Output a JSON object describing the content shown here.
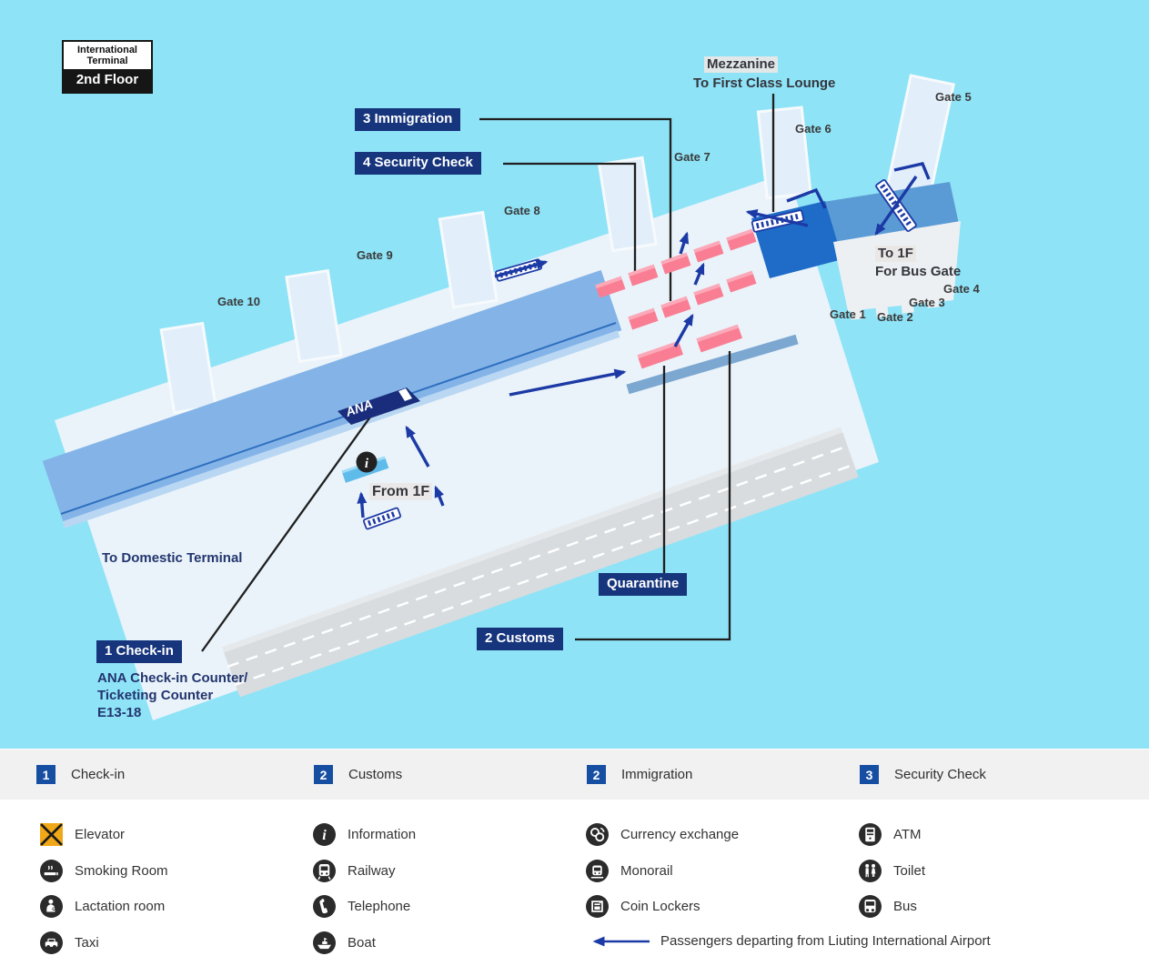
{
  "map": {
    "title": {
      "line1": "International Terminal",
      "line2": "2nd Floor"
    },
    "labels": {
      "immigration": "3 Immigration",
      "security_check": "4 Security Check",
      "quarantine": "Quarantine",
      "customs": "2 Customs",
      "check_in": "1 Check-in",
      "check_in_note_1": "ANA Check-in Counter/",
      "check_in_note_2": "Ticketing Counter",
      "check_in_note_3": "E13-18",
      "mezzanine": "Mezzanine",
      "mezzanine_sub": "To First Class Lounge",
      "to_1f": "To 1F",
      "to_1f_sub": "For Bus Gate",
      "from_1f": "From 1F",
      "to_domestic": "To Domestic Terminal",
      "ana": "ANA"
    },
    "gates": {
      "g1": "Gate 1",
      "g2": "Gate 2",
      "g3": "Gate 3",
      "g4": "Gate 4",
      "g5": "Gate 5",
      "g6": "Gate 6",
      "g7": "Gate 7",
      "g8": "Gate 8",
      "g9": "Gate 9",
      "g10": "Gate 10"
    }
  },
  "legend": {
    "numbered": [
      {
        "num": "1",
        "label": "Check-in"
      },
      {
        "num": "2",
        "label": "Customs"
      },
      {
        "num": "2",
        "label": "Immigration"
      },
      {
        "num": "3",
        "label": "Security Check"
      }
    ],
    "facilities": [
      {
        "icon": "elevator-icon",
        "label": "Elevator"
      },
      {
        "icon": "smoking-room-icon",
        "label": "Smoking Room"
      },
      {
        "icon": "lactation-room-icon",
        "label": "Lactation room"
      },
      {
        "icon": "taxi-icon",
        "label": "Taxi"
      },
      {
        "icon": "information-icon",
        "label": "Information"
      },
      {
        "icon": "railway-icon",
        "label": "Railway"
      },
      {
        "icon": "telephone-icon",
        "label": "Telephone"
      },
      {
        "icon": "boat-icon",
        "label": "Boat"
      },
      {
        "icon": "currency-exchange-icon",
        "label": "Currency exchange"
      },
      {
        "icon": "monorail-icon",
        "label": "Monorail"
      },
      {
        "icon": "coin-lockers-icon",
        "label": "Coin Lockers"
      },
      {
        "icon": "atm-icon",
        "label": "ATM"
      },
      {
        "icon": "toilet-icon",
        "label": "Toilet"
      },
      {
        "icon": "bus-icon",
        "label": "Bus"
      }
    ],
    "departing_note": "Passengers departing from Liuting International Airport"
  },
  "colors": {
    "background_sky": "#8ee3f7",
    "terminal_floor": "#eaf3fa",
    "checkin_band_blue": "#84b4e7",
    "wing_dark_blue": "#1e6cc8",
    "wing_medium_blue": "#5b9bd5",
    "label_navy": "#16357d",
    "badge_blue": "#164fa2",
    "counter_pink": "#f97e93",
    "arrow_navy": "#1c3aa5",
    "road_gray": "#d8dcdf",
    "elevator_yellow": "#f0a818",
    "icon_black": "#2b2b2b"
  }
}
